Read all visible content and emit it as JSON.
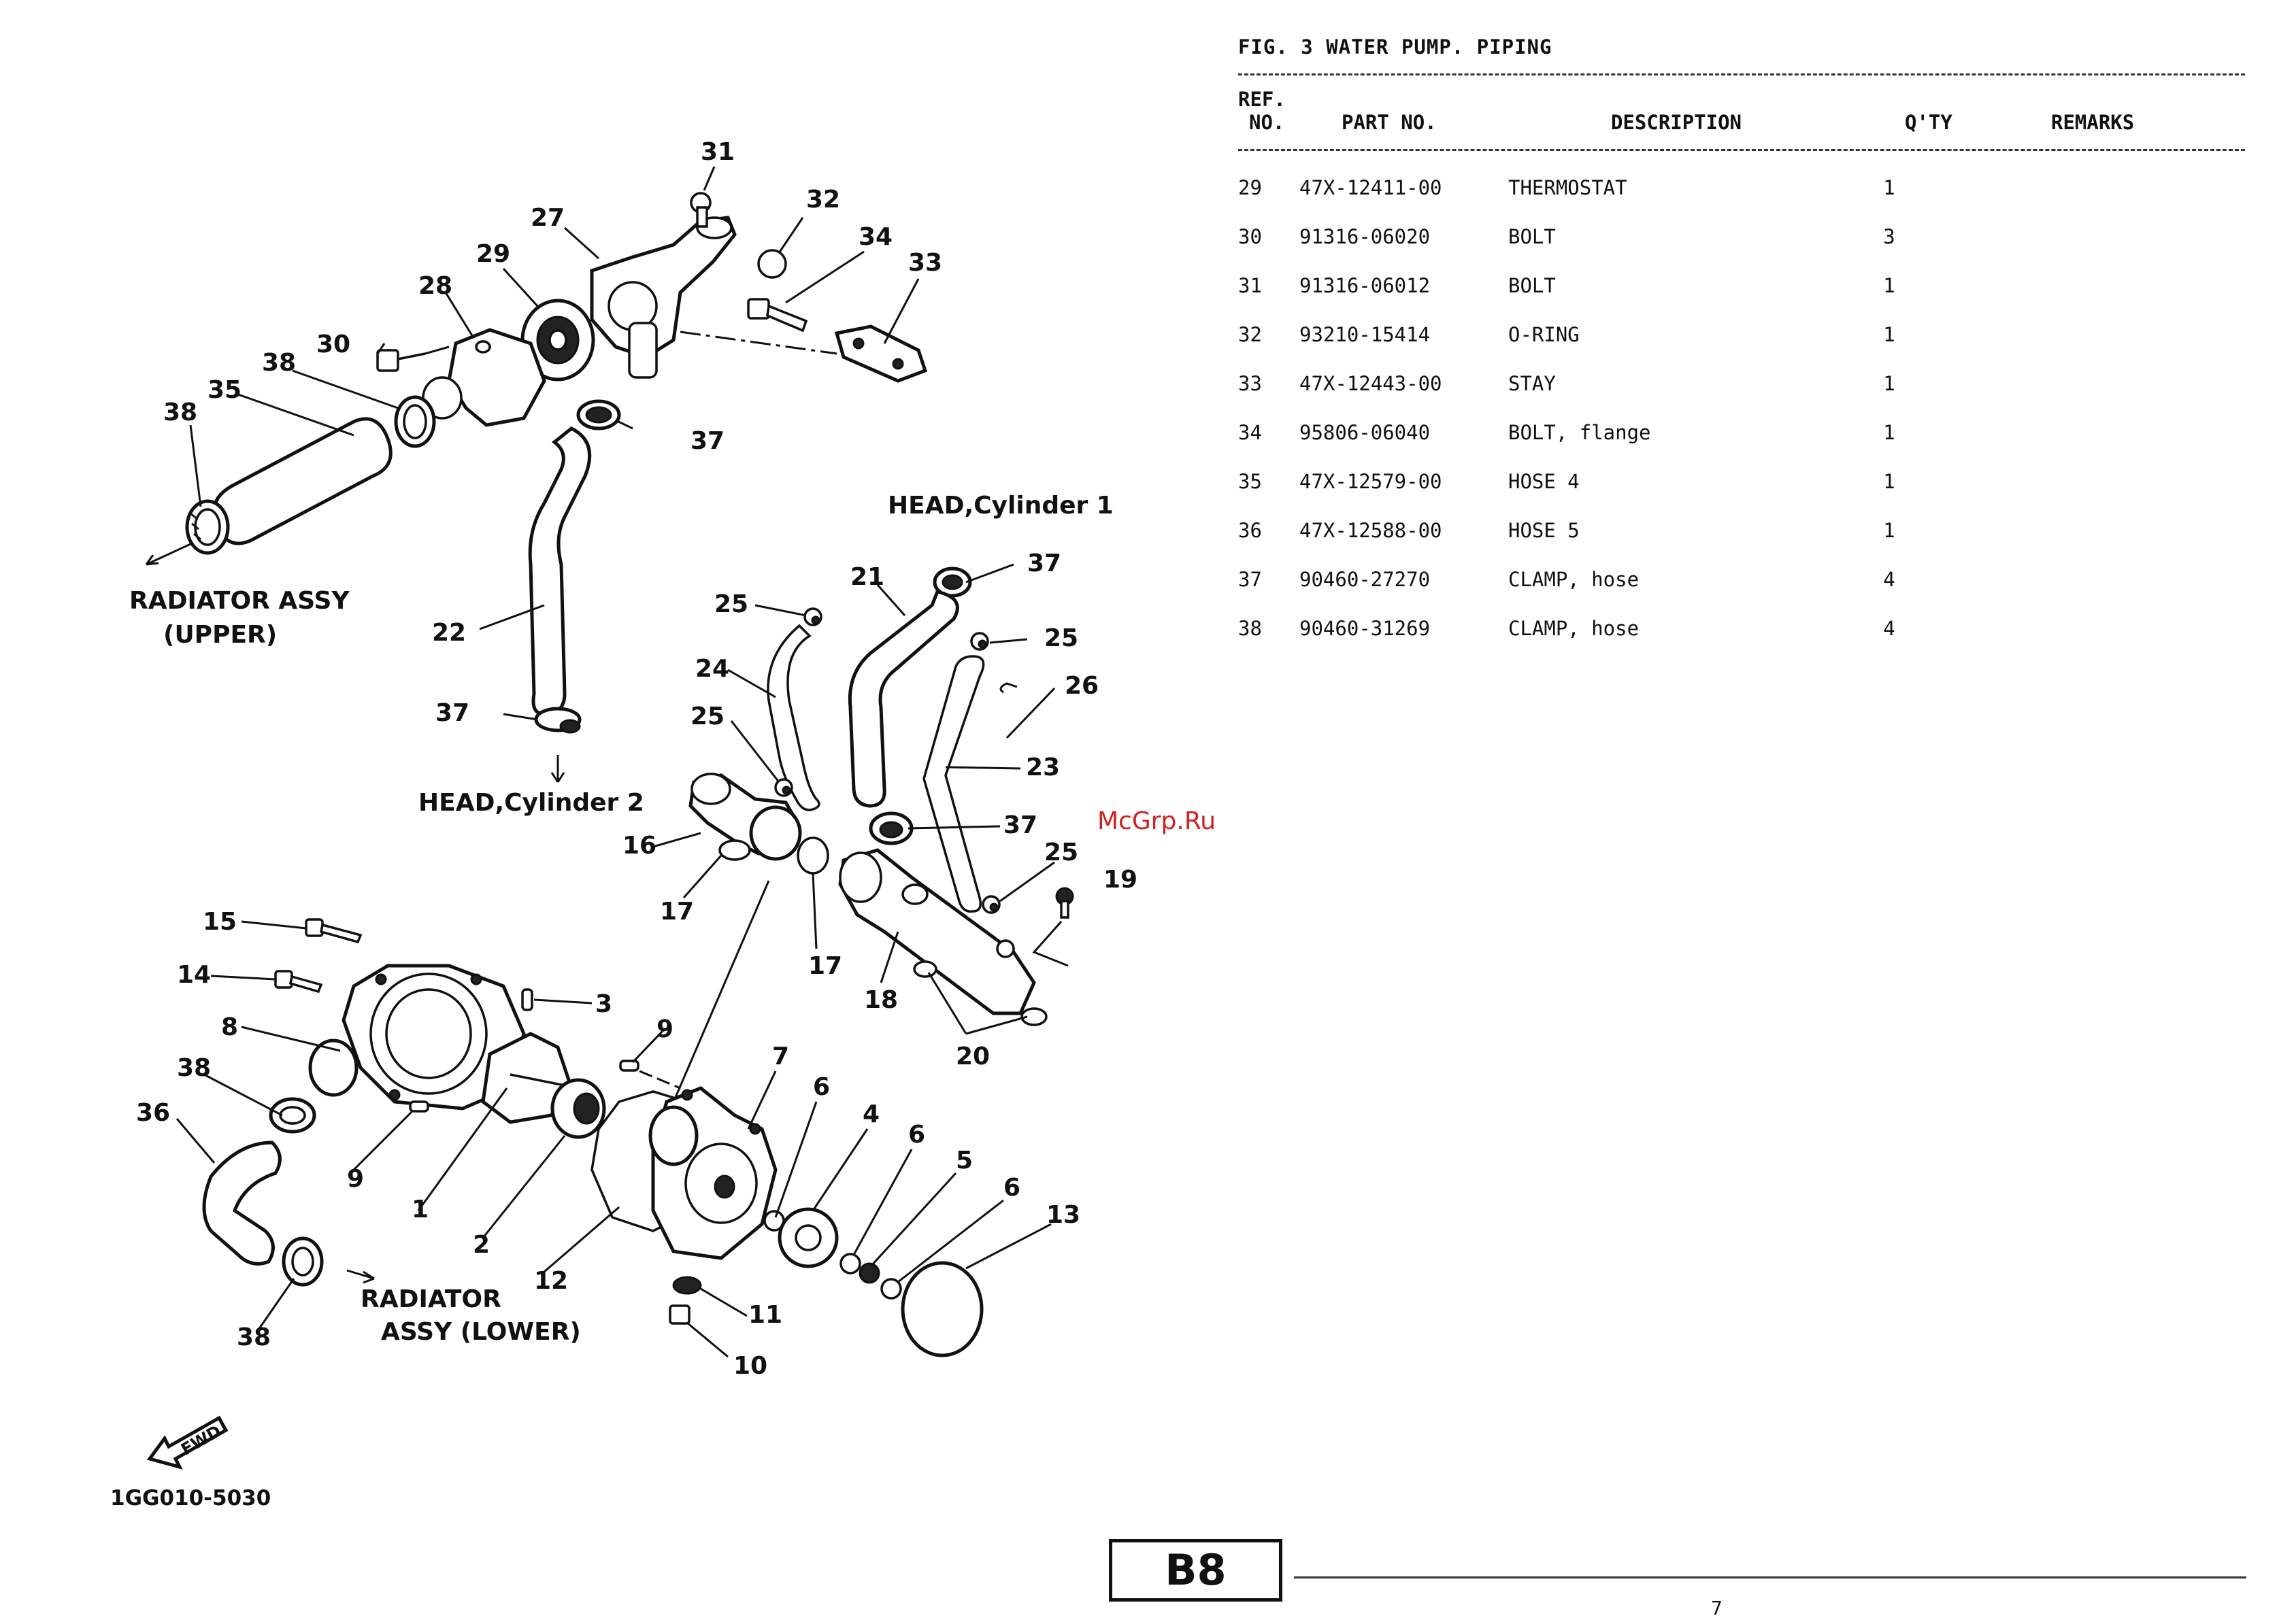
{
  "figure": {
    "title": "FIG.  3  WATER PUMP. PIPING",
    "columns": {
      "ref": "REF.",
      "ref2": "NO.",
      "part_no": "PART NO.",
      "description": "DESCRIPTION",
      "qty": "Q'TY",
      "remarks": "REMARKS"
    },
    "rows": [
      {
        "ref": "29",
        "part_no": "47X-12411-00",
        "description": "THERMOSTAT",
        "qty": "1",
        "remarks": ""
      },
      {
        "ref": "30",
        "part_no": "91316-06020",
        "description": "BOLT",
        "qty": "3",
        "remarks": ""
      },
      {
        "ref": "31",
        "part_no": "91316-06012",
        "description": "BOLT",
        "qty": "1",
        "remarks": ""
      },
      {
        "ref": "32",
        "part_no": "93210-15414",
        "description": "O-RING",
        "qty": "1",
        "remarks": ""
      },
      {
        "ref": "33",
        "part_no": "47X-12443-00",
        "description": "STAY",
        "qty": "1",
        "remarks": ""
      },
      {
        "ref": "34",
        "part_no": "95806-06040",
        "description": "BOLT, flange",
        "qty": "1",
        "remarks": ""
      },
      {
        "ref": "35",
        "part_no": "47X-12579-00",
        "description": "HOSE 4",
        "qty": "1",
        "remarks": ""
      },
      {
        "ref": "36",
        "part_no": "47X-12588-00",
        "description": "HOSE 5",
        "qty": "1",
        "remarks": ""
      },
      {
        "ref": "37",
        "part_no": "90460-27270",
        "description": "CLAMP, hose",
        "qty": "4",
        "remarks": ""
      },
      {
        "ref": "38",
        "part_no": "90460-31269",
        "description": "CLAMP, hose",
        "qty": "4",
        "remarks": ""
      }
    ]
  },
  "diagram": {
    "labels": {
      "radiator_upper_1": "RADIATOR ASSY",
      "radiator_upper_2": "(UPPER)",
      "head_cyl1": "HEAD,Cylinder 1",
      "head_cyl2": "HEAD,Cylinder 2",
      "radiator_lower_1": "RADIATOR",
      "radiator_lower_2": "ASSY (LOWER)",
      "fwd": "FWD"
    },
    "callouts": {
      "c31": "31",
      "c32": "32",
      "c27": "27",
      "c34": "34",
      "c29": "29",
      "c33": "33",
      "c28": "28",
      "c30": "30",
      "c38a": "38",
      "c35": "35",
      "c38b": "38",
      "c37a": "37",
      "c22": "22",
      "c37b": "37",
      "c21": "21",
      "c37c": "37",
      "c25a": "25",
      "c25b": "25",
      "c24": "24",
      "c26": "26",
      "c25c": "25",
      "c23": "23",
      "c16": "16",
      "c37d": "37",
      "c17a": "17",
      "c25d": "25",
      "c19": "19",
      "c17b": "17",
      "c15": "15",
      "c14": "14",
      "c18": "18",
      "c3": "3",
      "c8": "8",
      "c9a": "9",
      "c20": "20",
      "c7": "7",
      "c38c": "38",
      "c6a": "6",
      "c36": "36",
      "c4": "4",
      "c6b": "6",
      "c9b": "9",
      "c1": "1",
      "c5": "5",
      "c6c": "6",
      "c2": "2",
      "c13": "13",
      "c12": "12",
      "c11": "11",
      "c38d": "38",
      "c10": "10"
    },
    "code": "1GG010-5030"
  },
  "watermark": "McGrp.Ru",
  "page": {
    "box_label": "B8",
    "number": "7"
  }
}
